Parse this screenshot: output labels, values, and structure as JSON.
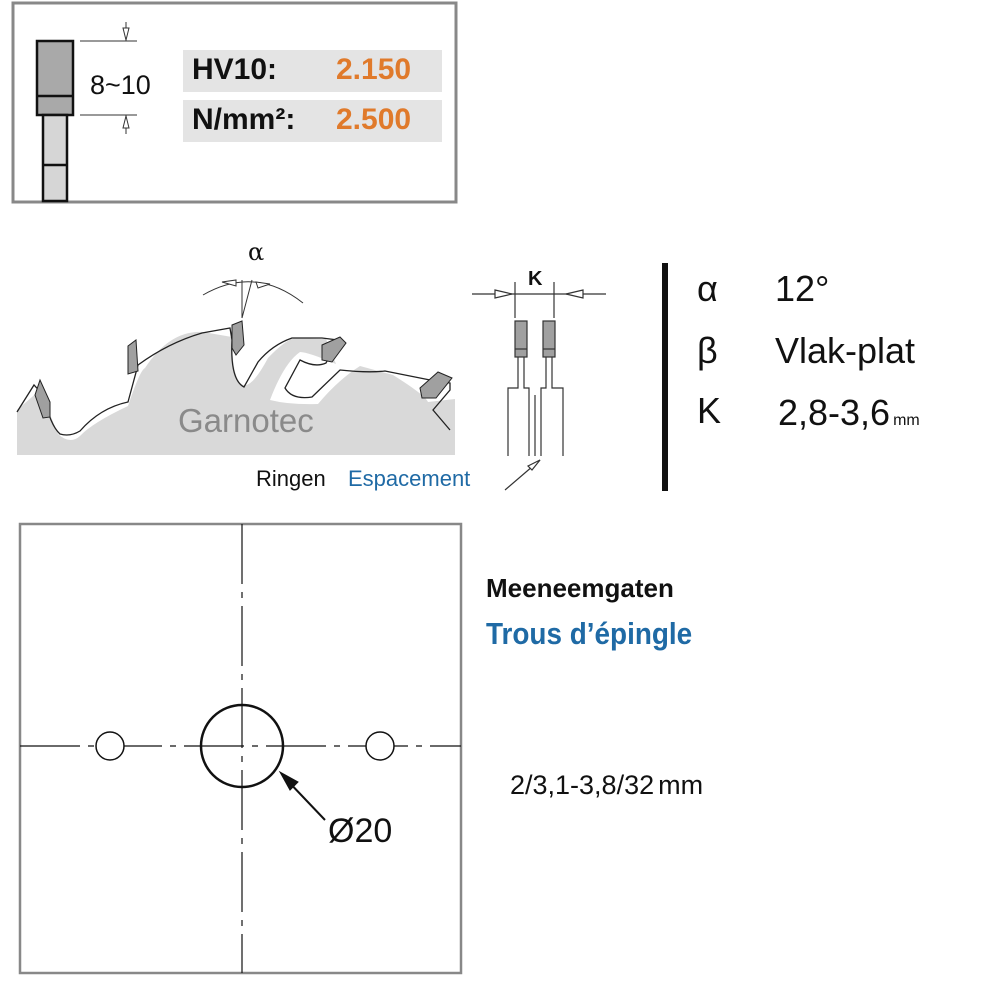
{
  "hardness": {
    "dimension": "8~10",
    "rows": [
      {
        "label": "HV10:",
        "value": "2.150"
      },
      {
        "label": "N/mm²:",
        "value": "2.500"
      }
    ]
  },
  "blade": {
    "angle_symbol": "α",
    "kerf_symbol": "K",
    "brand": "Garnotec",
    "spacer_nl": "Ringen",
    "spacer_fr": "Espacement"
  },
  "specs": [
    {
      "symbol": "α",
      "value": "12°",
      "unit": ""
    },
    {
      "symbol": "β",
      "value": "Vlak-plat",
      "unit": ""
    },
    {
      "symbol": "K",
      "value": "2,8-3,6",
      "unit": "mm"
    }
  ],
  "pinholes": {
    "title_nl": "Meeneemgaten",
    "title_fr": "Trous d’épingle",
    "spec": "2/3,1-3,8/32",
    "spec_unit": "mm",
    "bore": "Ø20"
  },
  "colors": {
    "orange": "#e07a2b",
    "blue": "#1f6aa5",
    "gray": "#d9d9d9"
  }
}
